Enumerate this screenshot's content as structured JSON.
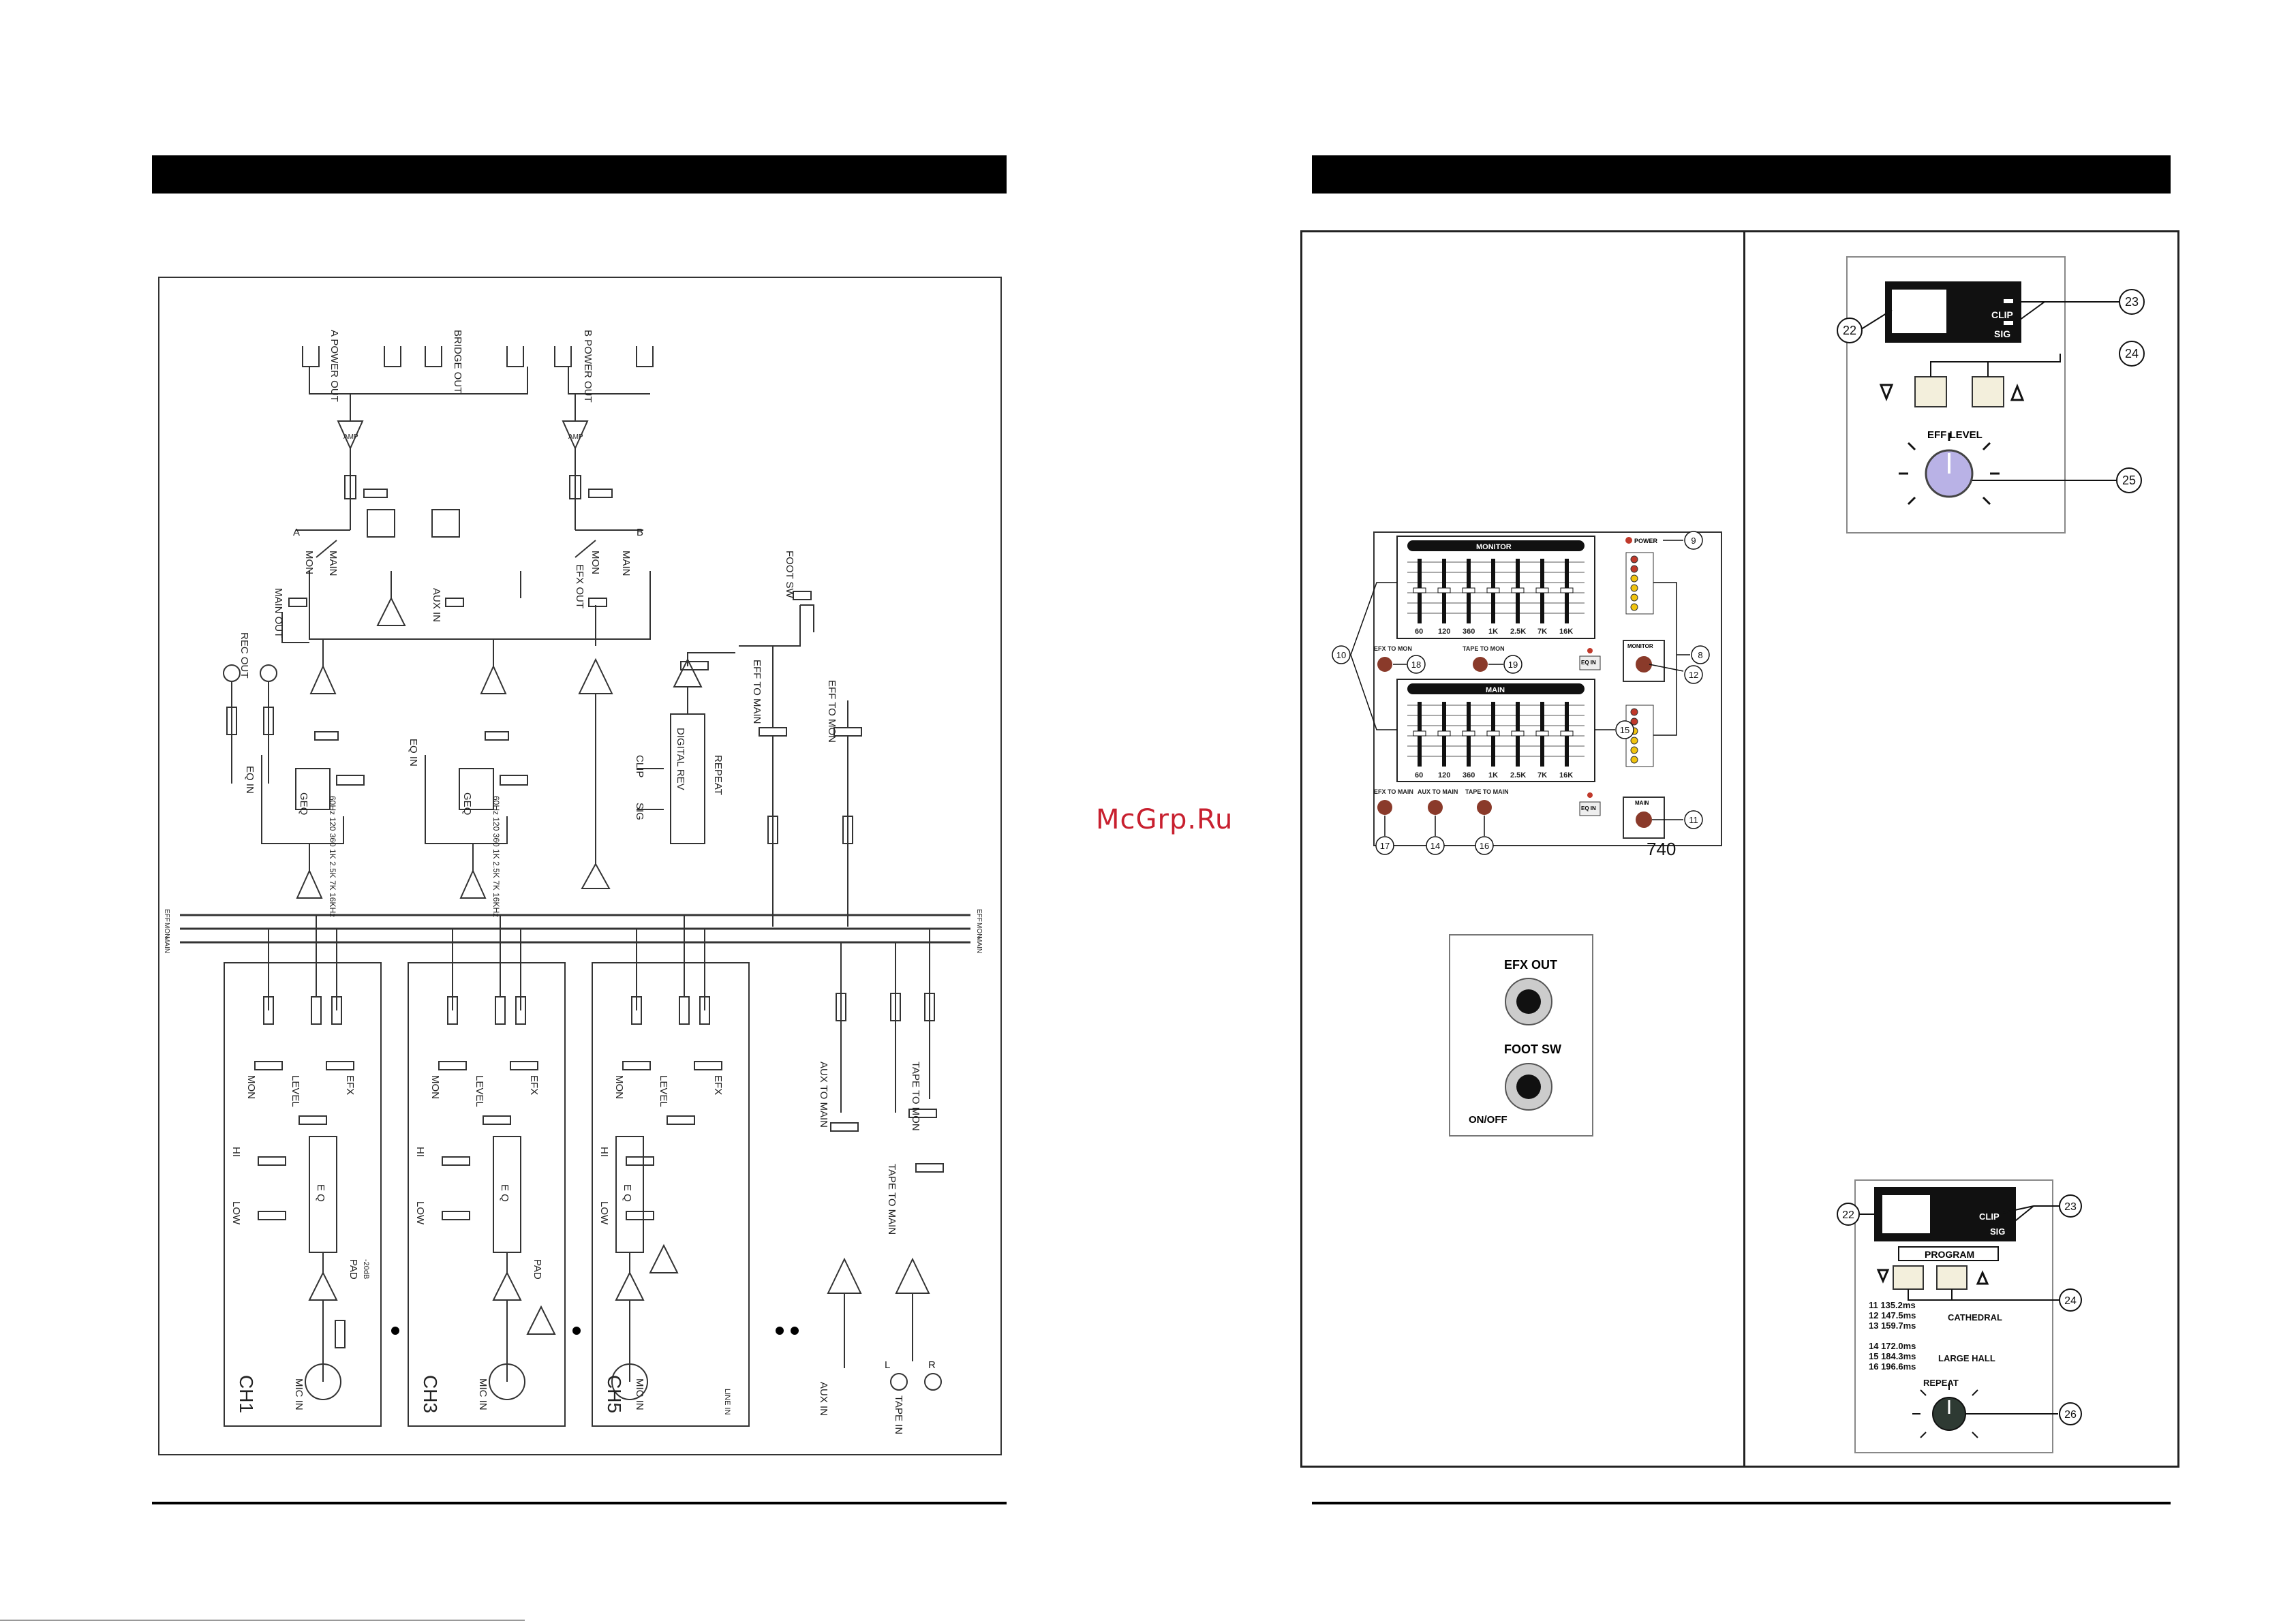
{
  "watermark": "McGrp.Ru",
  "model": "740",
  "left_page": {
    "diagram": {
      "power_out_a": "A POWER OUT",
      "bridge_out": "BRIDGE OUT",
      "power_out_b": "B POWER OUT",
      "amp": "AMP",
      "slot_a": "A",
      "slot_b": "B",
      "sub_mon": "MON",
      "sub_main": "MAIN",
      "rec_out": "REC OUT",
      "main_out": "MAIN OUT",
      "aux_in_top": "AUX IN",
      "efx_out": "EFX OUT",
      "foot_sw": "FOOT SW",
      "eq_in": "EQ IN",
      "geq": "GEQ",
      "freqs_1": "60Hz 120 360 1K 2.5K 7K 16KHz",
      "clip": "CLIP",
      "sig": "SIG",
      "digital_rev": "DIGITAL REV",
      "repeat": "REPEAT",
      "eff_to_main": "EFF TO MAIN",
      "eff_to_mon": "EFF TO MON",
      "bus_eff": "EFF",
      "bus_mon": "MON",
      "bus_main": "MAIN",
      "mon": "MON",
      "level": "LEVEL",
      "efx": "EFX",
      "hi": "HI",
      "low": "LOW",
      "eq": "E Q",
      "pad": "PAD",
      "pad_db": "-20dB",
      "aux_to_main": "AUX TO MAIN",
      "tape_to_mon": "TAPE TO MON",
      "tape_to_main": "TAPE TO MAIN",
      "ch1": "CH1",
      "ch3": "CH3",
      "ch5": "CH5",
      "mic_in": "MIC IN",
      "line_in": "LINE IN",
      "aux_in": "AUX IN",
      "tape_in": "TAPE IN",
      "l": "L",
      "r": "R"
    }
  },
  "right_page": {
    "mixer": {
      "monitor": "MONITOR",
      "main": "MAIN",
      "power": "POWER",
      "freqs": [
        "60",
        "120",
        "360",
        "1K",
        "2.5K",
        "7K",
        "16K"
      ],
      "efx_to_mon": "EFX TO MON",
      "tape_to_mon": "TAPE TO MON",
      "eq_in": "EQ IN",
      "efx_to_main": "EFX TO MAIN",
      "aux_to_main": "AUX TO MAIN",
      "tape_to_main": "TAPE TO MAIN",
      "monitor_knob": "MONITOR",
      "main_knob": "MAIN",
      "callouts": [
        "9",
        "8",
        "10",
        "18",
        "19",
        "12",
        "15",
        "11",
        "17",
        "14",
        "16"
      ]
    },
    "jack_panel": {
      "efx_out": "EFX OUT",
      "foot_sw": "FOOT SW",
      "on_off": "ON/OFF"
    },
    "effect_top": {
      "clip": "CLIP",
      "sig": "SIG",
      "eff_level": "EFF LEVEL",
      "callouts": [
        "22",
        "23",
        "24",
        "25"
      ]
    },
    "effect_bottom": {
      "clip": "CLIP",
      "sig": "SIG",
      "program": "PROGRAM",
      "presets_a": [
        "11 135.2ms",
        "12 147.5ms",
        "13 159.7ms"
      ],
      "cathedral": "CATHEDRAL",
      "presets_b": [
        "14 172.0ms",
        "15 184.3ms",
        "16 196.6ms"
      ],
      "large_hall": "LARGE HALL",
      "repeat": "REPEAT",
      "callouts": [
        "22",
        "23",
        "24",
        "26"
      ]
    }
  }
}
